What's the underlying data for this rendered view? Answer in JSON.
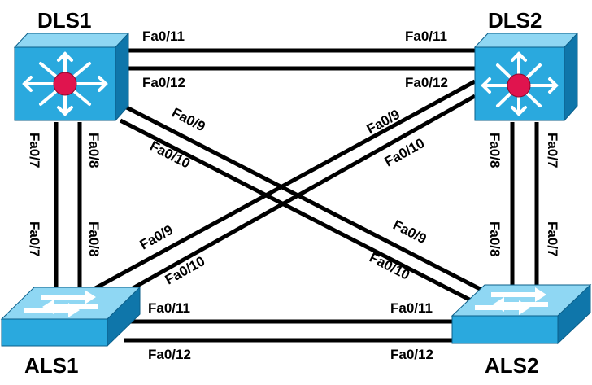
{
  "colors": {
    "switch_front": "#2aa9de",
    "switch_top": "#8fd7f3",
    "switch_side": "#0f76aa",
    "router_dot": "#e0144e",
    "link": "#000000"
  },
  "devices": {
    "dls1": {
      "name": "DLS1",
      "type": "multilayer-switch"
    },
    "dls2": {
      "name": "DLS2",
      "type": "multilayer-switch"
    },
    "als1": {
      "name": "ALS1",
      "type": "access-switch"
    },
    "als2": {
      "name": "ALS2",
      "type": "access-switch"
    }
  },
  "links": [
    {
      "id": "dls1-dls2-a",
      "from_port": "Fa0/11",
      "to_port": "Fa0/11"
    },
    {
      "id": "dls1-dls2-b",
      "from_port": "Fa0/12",
      "to_port": "Fa0/12"
    },
    {
      "id": "als1-als2-a",
      "from_port": "Fa0/11",
      "to_port": "Fa0/11"
    },
    {
      "id": "als1-als2-b",
      "from_port": "Fa0/12",
      "to_port": "Fa0/12"
    },
    {
      "id": "dls1-als1-a",
      "from_port": "Fa0/7",
      "to_port": "Fa0/7"
    },
    {
      "id": "dls1-als1-b",
      "from_port": "Fa0/8",
      "to_port": "Fa0/8"
    },
    {
      "id": "dls2-als2-a",
      "from_port": "Fa0/8",
      "to_port": "Fa0/8"
    },
    {
      "id": "dls2-als2-b",
      "from_port": "Fa0/7",
      "to_port": "Fa0/7"
    },
    {
      "id": "dls1-als2-a",
      "from_port": "Fa0/9",
      "to_port": "Fa0/9"
    },
    {
      "id": "dls1-als2-b",
      "from_port": "Fa0/10",
      "to_port": "Fa0/10"
    },
    {
      "id": "dls2-als1-a",
      "from_port": "Fa0/9",
      "to_port": "Fa0/9"
    },
    {
      "id": "dls2-als1-b",
      "from_port": "Fa0/10",
      "to_port": "Fa0/10"
    }
  ]
}
